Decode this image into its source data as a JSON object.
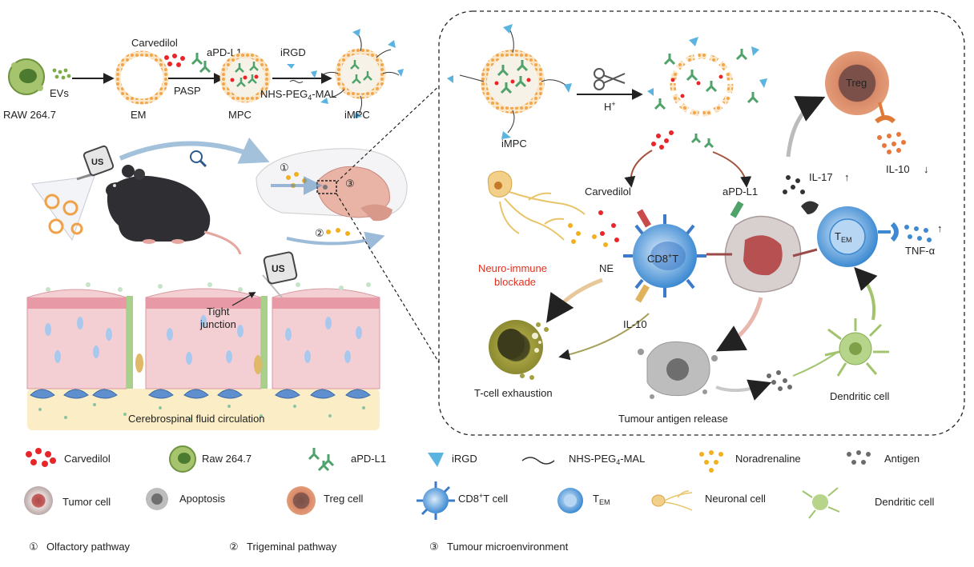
{
  "synthesis": {
    "raw": "RAW 264.7",
    "evs": "EVs",
    "carvedilol": "Carvedilol",
    "em": "EM",
    "pasp": "PASP",
    "apdl1": "aPD-L1",
    "mpc": "MPC",
    "irgd": "iRGD",
    "nhs_prefix": "NHS-PEG",
    "nhs_sub": "4",
    "nhs_suffix": "-MAL",
    "impc": "iMPC"
  },
  "mouse": {
    "us": "US",
    "pathway1": "①",
    "pathway2": "②",
    "pathway3": "③"
  },
  "nasal": {
    "us": "US",
    "tight": "Tight",
    "junction": "junction",
    "csf": "Cerebrospinal fluid circulation"
  },
  "tme": {
    "impc": "iMPC",
    "h_plus": "H",
    "h_sup": "+",
    "carvedilol": "Carvedilol",
    "apdl1": "aPD-L1",
    "treg": "Treg",
    "il17": "IL-17",
    "il10_top": "IL-10",
    "tem_main": "T",
    "tem_sub": "EM",
    "tnf": "TNF-α",
    "neuro1": "Neuro-immune",
    "neuro2": "blockade",
    "ne": "NE",
    "cd8_main": "CD8",
    "cd8_sup": "+",
    "cd8_t": "T",
    "il10": "IL-10",
    "exhaustion": "T-cell exhaustion",
    "antigen_release": "Tumour antigen release",
    "dendritic": "Dendritic cell",
    "arrow_up": "↑",
    "arrow_down": "↓"
  },
  "legend": {
    "carvedilol": "Carvedilol",
    "raw": "Raw 264.7",
    "apdl1": "aPD-L1",
    "irgd": "iRGD",
    "nhs": "NHS-PEG",
    "nhs_sub": "4",
    "nhs_suffix": "-MAL",
    "noradrenaline": "Noradrenaline",
    "antigen": "Antigen",
    "tumor": "Tumor cell",
    "apoptosis": "Apoptosis",
    "treg": "Treg cell",
    "cd8": "CD8",
    "cd8_sup": "+",
    "cd8_suffix": "T cell",
    "tem": "T",
    "tem_sub": "EM",
    "neuronal": "Neuronal cell",
    "dendritic": "Dendritic cell"
  },
  "pathways": {
    "p1_num": "①",
    "p1": "Olfactory pathway",
    "p2_num": "②",
    "p2": "Trigeminal pathway",
    "p3_num": "③",
    "p3": "Tumour microenvironment"
  },
  "colors": {
    "red_drug": "#e8262a",
    "green_cell": "#7dac4a",
    "antibody": "#4fa36a",
    "irgd": "#5bb3e0",
    "nor": "#f2b021",
    "antigen": "#6b6b6b",
    "treg": "#d9805e",
    "cd8": "#4a9ad8",
    "brain": "#e9b3a6",
    "membrane": "#f0a24a"
  }
}
